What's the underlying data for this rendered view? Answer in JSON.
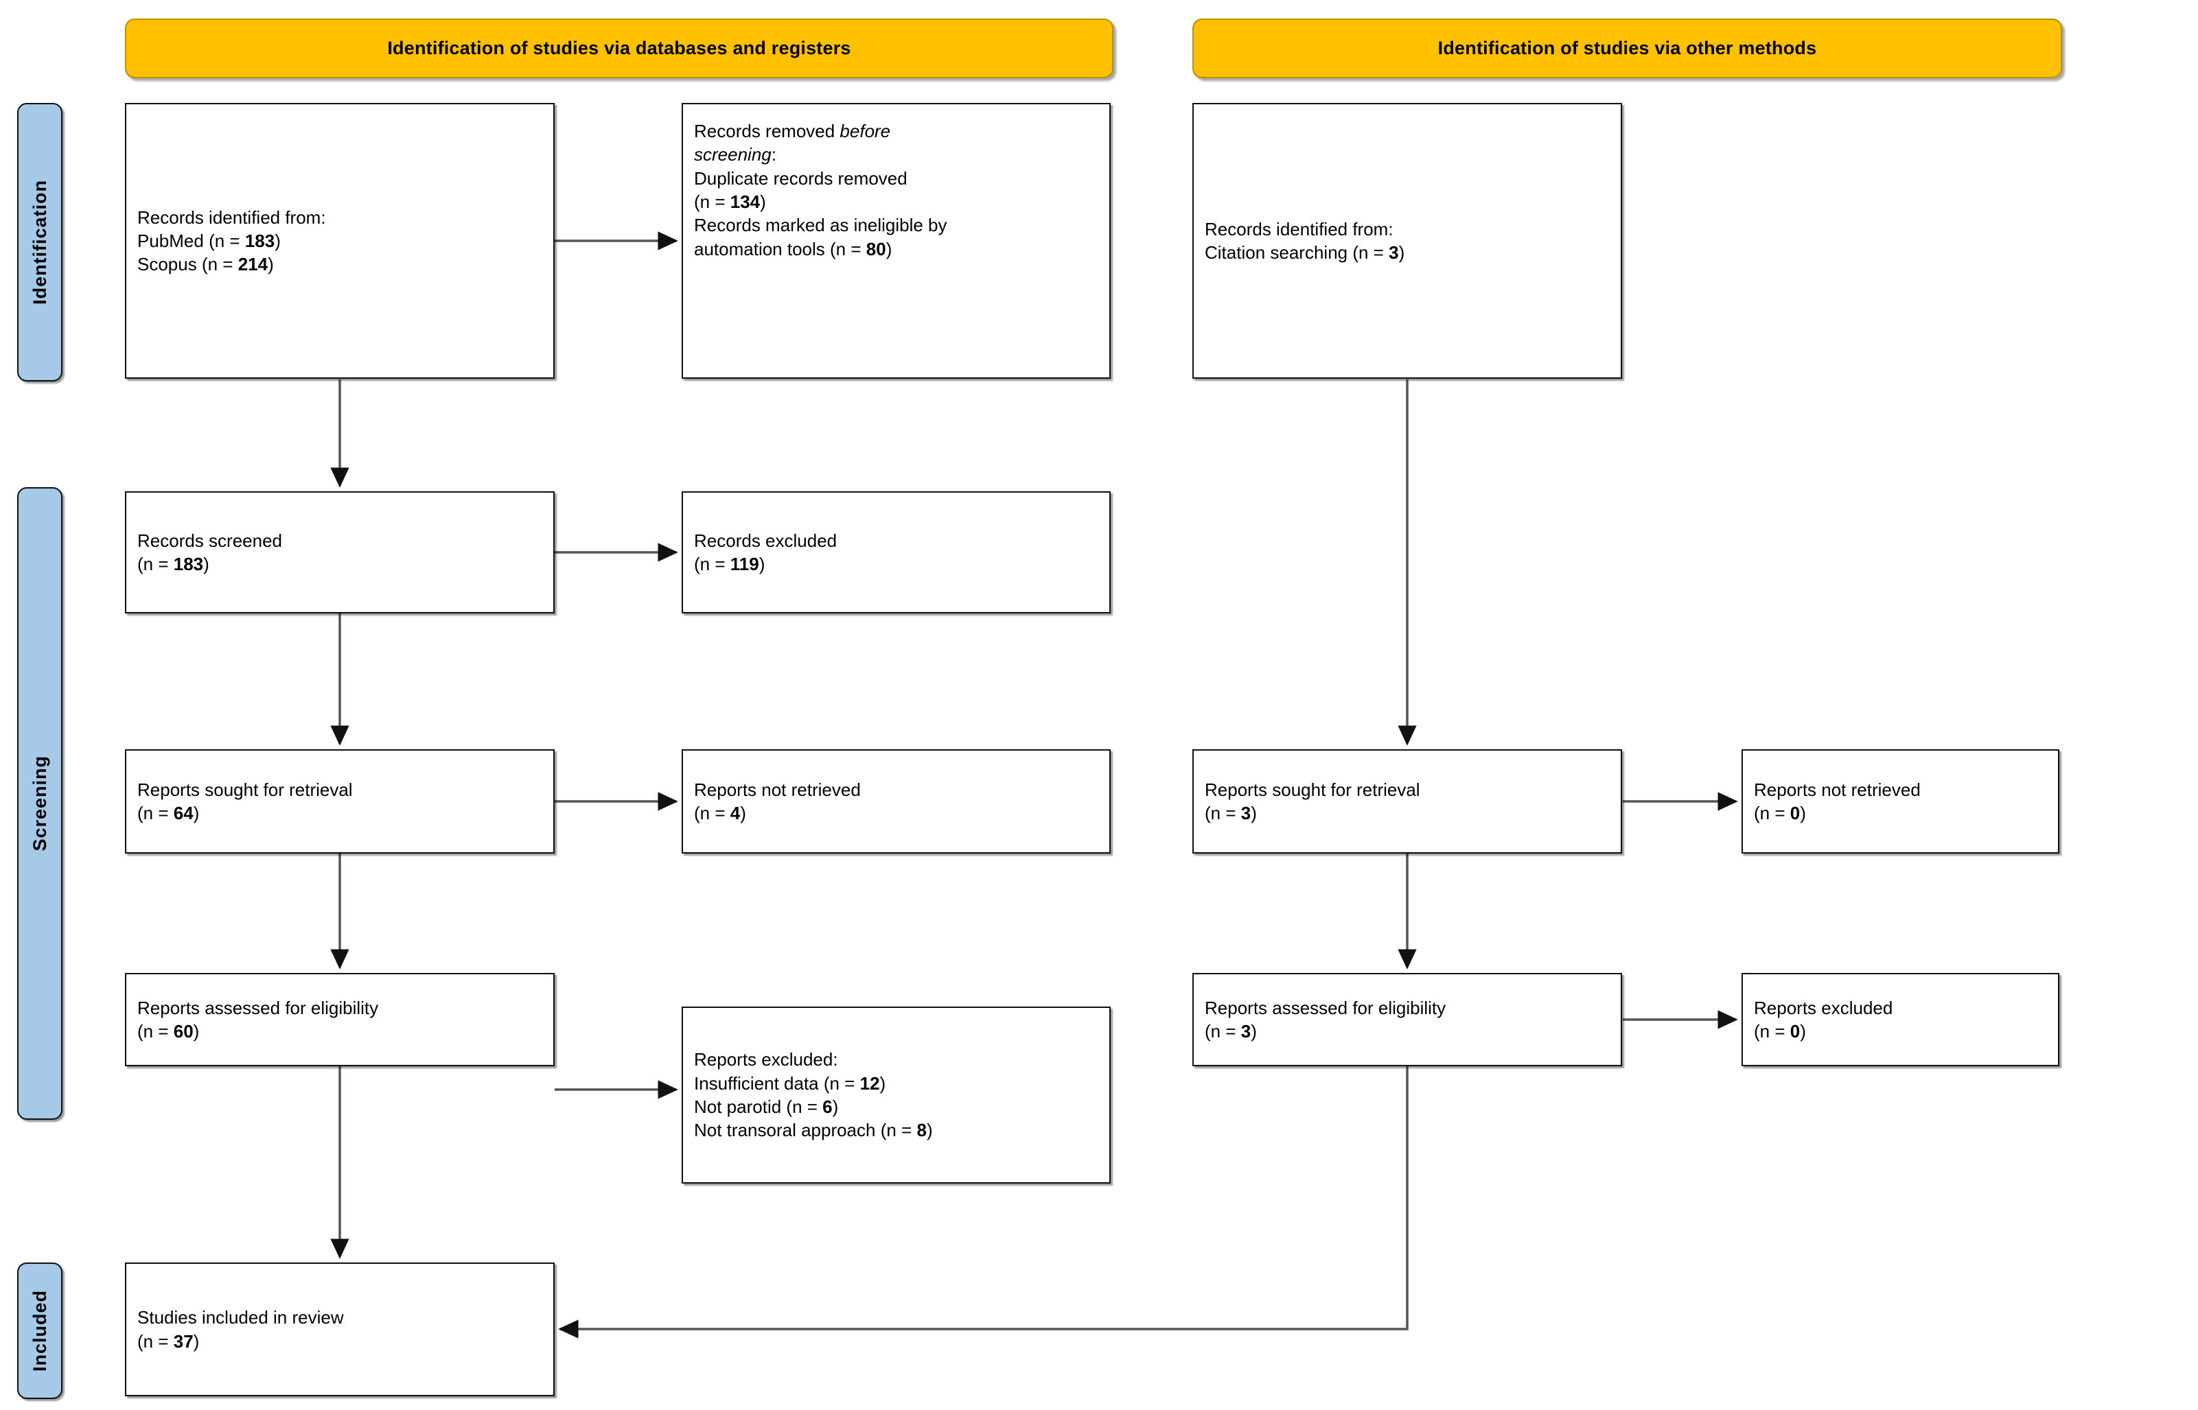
{
  "diagram": {
    "title": "PRISMA 2020 flow diagram",
    "type": "prisma-flow",
    "accent_banner_color": "#FFC000",
    "accent_tab_color": "#A6C9E8"
  },
  "banners": {
    "databases": "Identification of studies via databases and registers",
    "other": "Identification of studies via other methods"
  },
  "stages": {
    "identification": "Identification",
    "screening": "Screening",
    "included": "Included"
  },
  "nodes": {
    "records_identified_db": {
      "lines": [
        {
          "text": "Records identified from:"
        },
        {
          "text": "PubMed (n = ",
          "value": "183",
          "tail": ")"
        },
        {
          "text": "Scopus (n = ",
          "value": "214",
          "tail": ")"
        }
      ]
    },
    "records_removed": {
      "lines": [
        {
          "text": "Records removed ",
          "em": "before"
        },
        {
          "em": "screening",
          "tail": ":"
        },
        {
          "text": "Duplicate records removed"
        },
        {
          "text": "(n = ",
          "value": "134",
          "tail": ")"
        },
        {
          "text": "Records marked as ineligible by"
        },
        {
          "text": "automation tools (n = ",
          "value": "80",
          "tail": ")"
        }
      ]
    },
    "records_identified_other": {
      "lines": [
        {
          "text": "Records identified from:"
        },
        {
          "text": "Citation searching (n = ",
          "value": "3",
          "tail": ")"
        }
      ]
    },
    "records_screened": {
      "lines": [
        {
          "text": "Records screened"
        },
        {
          "text": "(n = ",
          "value": "183",
          "tail": ")"
        }
      ]
    },
    "records_excluded": {
      "lines": [
        {
          "text": "Records excluded"
        },
        {
          "text": "(n = ",
          "value": "119",
          "tail": ")"
        }
      ]
    },
    "reports_sought_db": {
      "lines": [
        {
          "text": "Reports sought for retrieval"
        },
        {
          "text": "(n = ",
          "value": "64",
          "tail": ")"
        }
      ]
    },
    "reports_not_retrieved_db": {
      "lines": [
        {
          "text": "Reports not retrieved"
        },
        {
          "text": "(n = ",
          "value": "4",
          "tail": ")"
        }
      ]
    },
    "reports_sought_other": {
      "lines": [
        {
          "text": "Reports sought for retrieval"
        },
        {
          "text": "(n = ",
          "value": "3",
          "tail": ")"
        }
      ]
    },
    "reports_not_retrieved_other": {
      "lines": [
        {
          "text": "Reports not retrieved"
        },
        {
          "text": "(n = ",
          "value": "0",
          "tail": ")"
        }
      ]
    },
    "reports_assessed_db": {
      "lines": [
        {
          "text": "Reports assessed for eligibility"
        },
        {
          "text": "(n = ",
          "value": "60",
          "tail": ")"
        }
      ]
    },
    "reports_excluded_db": {
      "lines": [
        {
          "text": "Reports excluded:"
        },
        {
          "text": "Insufficient data (n = ",
          "value": "12",
          "tail": ")"
        },
        {
          "text": "Not parotid (n = ",
          "value": "6",
          "tail": ")"
        },
        {
          "text": "Not transoral approach (n = ",
          "value": "8",
          "tail": ")"
        }
      ]
    },
    "reports_assessed_other": {
      "lines": [
        {
          "text": "Reports assessed for eligibility"
        },
        {
          "text": "(n = ",
          "value": "3",
          "tail": ")"
        }
      ]
    },
    "reports_excluded_other": {
      "lines": [
        {
          "text": "Reports excluded"
        },
        {
          "text": "(n = ",
          "value": "0",
          "tail": ")"
        }
      ]
    },
    "studies_included": {
      "lines": [
        {
          "text": "Studies included in review"
        },
        {
          "text": "(n = ",
          "value": "37",
          "tail": ")"
        }
      ]
    }
  },
  "counts": {
    "pubmed": 183,
    "scopus": 214,
    "duplicates_removed": 134,
    "ineligible_automation": 80,
    "citation_searching": 3,
    "records_screened": 183,
    "records_excluded": 119,
    "reports_sought_db": 64,
    "reports_not_retrieved_db": 4,
    "reports_sought_other": 3,
    "reports_not_retrieved_other": 0,
    "reports_assessed_db": 60,
    "excluded_insufficient_data": 12,
    "excluded_not_parotid": 6,
    "excluded_not_transoral": 8,
    "reports_assessed_other": 3,
    "reports_excluded_other": 0,
    "studies_included": 37
  }
}
